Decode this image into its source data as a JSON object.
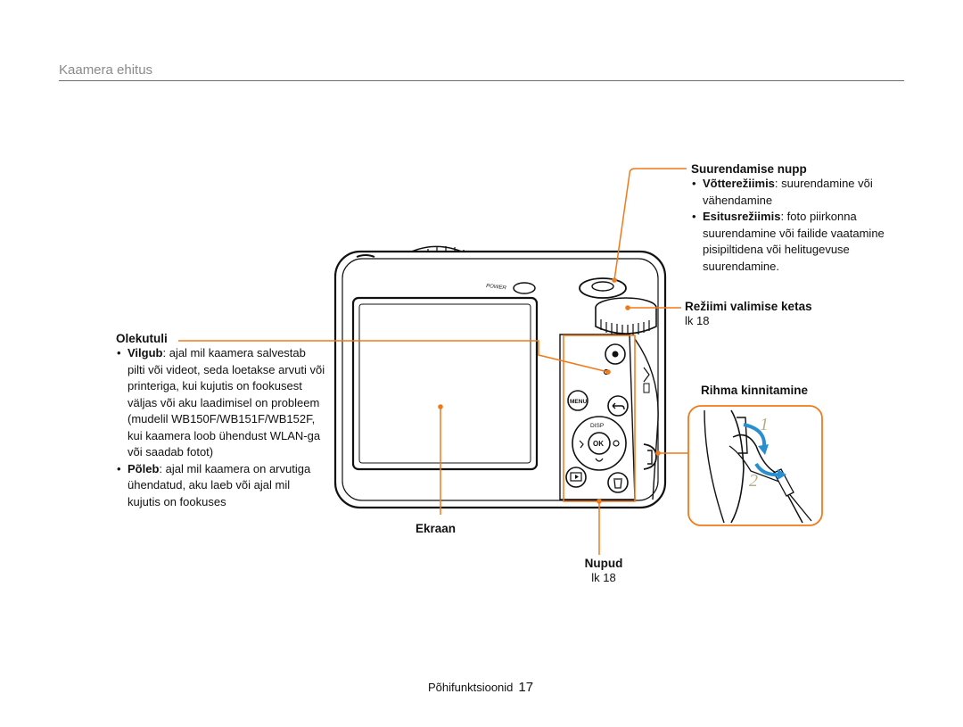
{
  "header": {
    "title": "Kaamera ehitus"
  },
  "olekutuli": {
    "title": "Olekutuli",
    "items": [
      {
        "term": "Vilgub",
        "text": ": ajal mil kaamera salvestab pilti või videot, seda loetakse arvuti või printeriga, kui kujutis on fookusest väljas või aku laadimisel on probleem (mudelil WB150F/WB151F/WB152F, kui kaamera loob ühendust WLAN-ga või saadab fotot)"
      },
      {
        "term": "Põleb",
        "text": ": ajal mil kaamera on arvutiga ühendatud, aku laeb või ajal mil kujutis on fookuses"
      }
    ]
  },
  "zoom": {
    "title": "Suurendamise nupp",
    "items": [
      {
        "term": "Võtterežiimis",
        "text": ": suurendamine või vähendamine"
      },
      {
        "term": "Esitusrežiimis",
        "text": ": foto piirkonna suurendamine või failide vaatamine pisipiltidena või helitugevuse suurendamine."
      }
    ]
  },
  "mode_dial": {
    "title": "Režiimi valimise ketas",
    "ref": "lk 18"
  },
  "strap": {
    "title": "Rihma kinnitamine",
    "step1": "1",
    "step2": "2"
  },
  "screen": {
    "title": "Ekraan"
  },
  "buttons": {
    "title": "Nupud",
    "ref": "lk 18"
  },
  "camera_labels": {
    "power": "POWER",
    "menu": "MENU",
    "disp": "DISP",
    "ok": "OK"
  },
  "colors": {
    "accent": "#f07a1a",
    "strap_arrow": "#2a8fd0"
  },
  "footer": {
    "section": "Põhifunktsioonid",
    "page": "17"
  }
}
